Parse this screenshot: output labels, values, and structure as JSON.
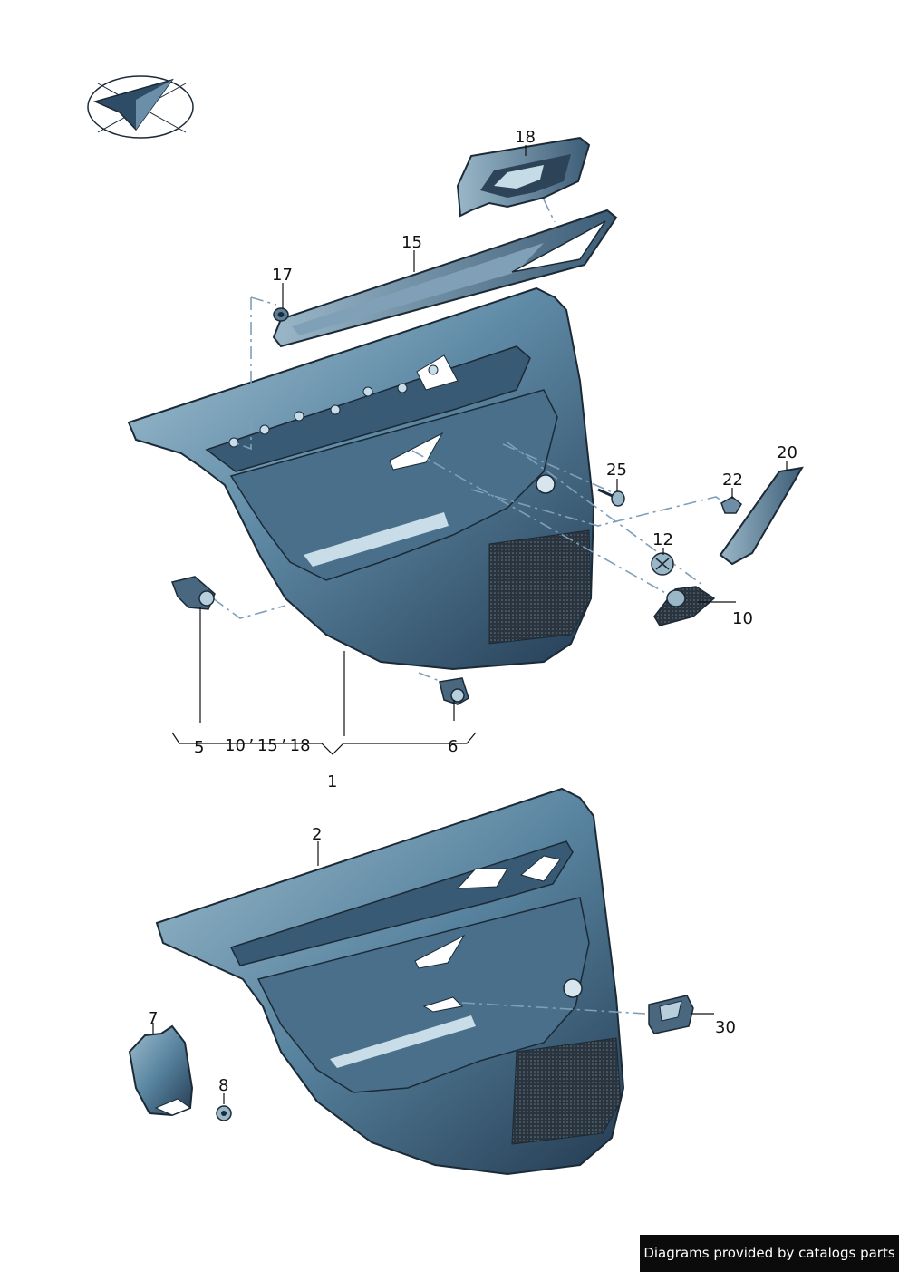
{
  "callouts": {
    "c18": "18",
    "c15": "15",
    "c17": "17",
    "c25": "25",
    "c22": "22",
    "c20": "20",
    "c12": "12",
    "c10": "10",
    "c5": "5",
    "c6": "6",
    "c10_15_18": "10 ’ 15 ’ 18",
    "c1": "1",
    "c2": "2",
    "c7": "7",
    "c8": "8",
    "c30": "30"
  },
  "credit": "Diagrams provided by catalogs parts",
  "colors": {
    "panel_dark": "#2f4c66",
    "panel_mid": "#4f7490",
    "panel_light": "#9bbccd",
    "speaker_grille": "#26303a",
    "leader_dash": "#7f9fb8"
  },
  "icons": [
    "orientation-logo-icon"
  ]
}
